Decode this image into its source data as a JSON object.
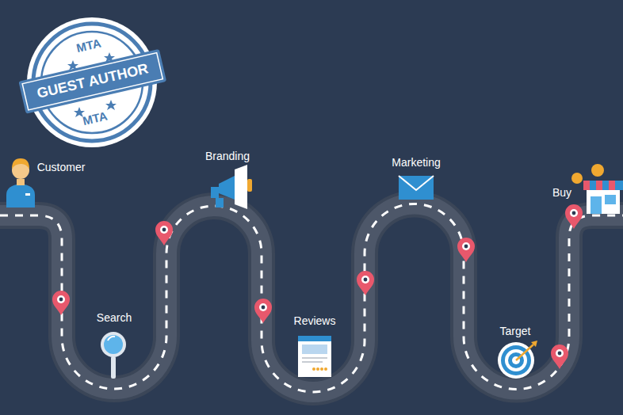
{
  "diagram": {
    "labels": [
      "MTA",
      "GUEST AUTHOR",
      "MTA",
      "Customer",
      "Search",
      "Branding",
      "Reviews",
      "Marketing",
      "Target",
      "Buy"
    ]
  }
}
